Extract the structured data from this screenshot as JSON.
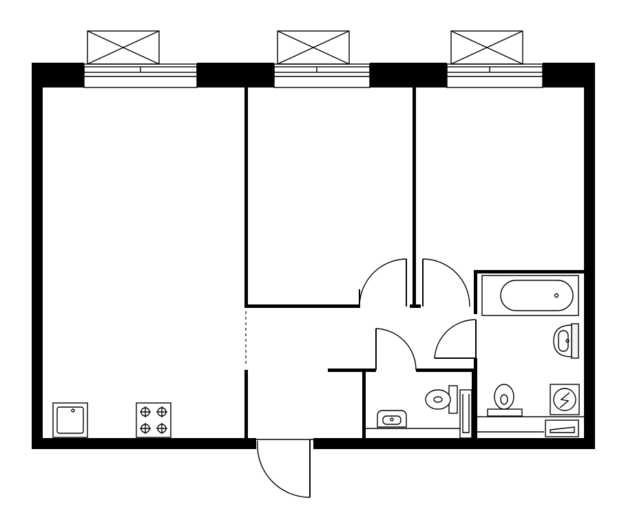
{
  "plan": {
    "kind": "apartment-floor-plan",
    "style": "black-and-white line drawing",
    "colors": {
      "wall": "#000000",
      "background": "#ffffff"
    },
    "rooms": [
      "living-kitchen",
      "bedroom-middle",
      "bedroom-right",
      "hallway",
      "toilet",
      "bathroom"
    ],
    "fixtures": [
      "kitchen-sink",
      "stove",
      "toilet",
      "washbasin",
      "bathtub",
      "washing-machine",
      "radiator"
    ],
    "ac_units": 3,
    "windows": 3,
    "doors": 5
  }
}
